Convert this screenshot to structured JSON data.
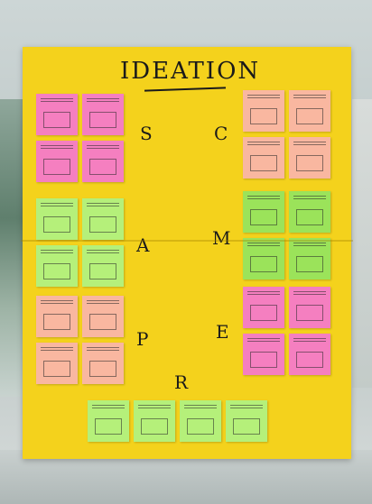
{
  "board": {
    "title": "IDEATION",
    "letters": {
      "s": "S",
      "c": "C",
      "a": "A",
      "m": "M",
      "p": "P",
      "e": "E",
      "r": "R"
    }
  }
}
